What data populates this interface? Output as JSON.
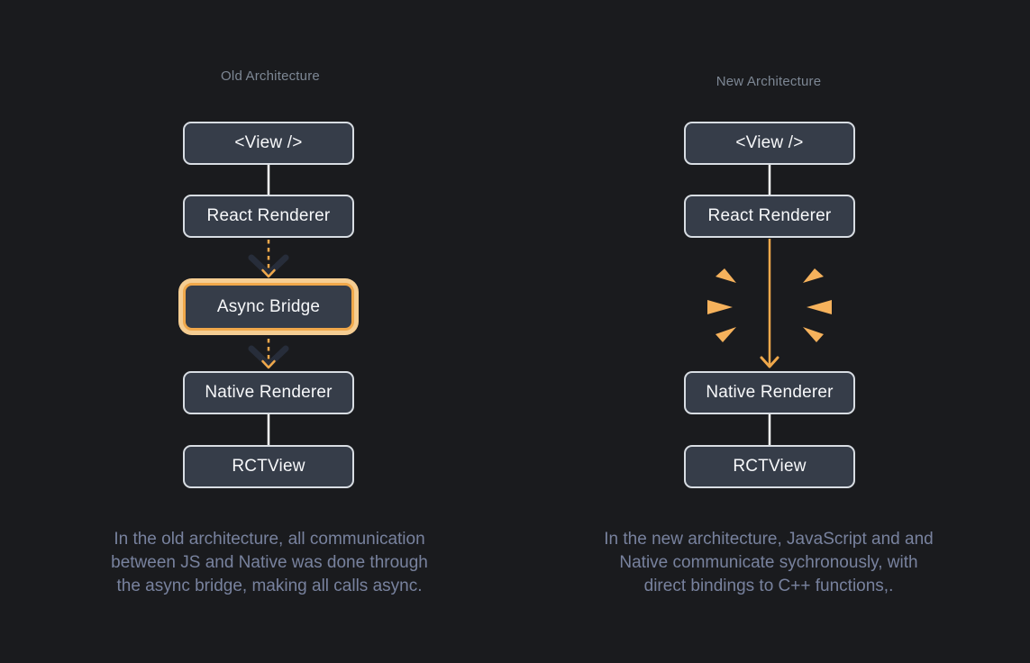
{
  "columns": {
    "old": {
      "title": "Old Architecture",
      "nodes": {
        "view": "<View />",
        "react_renderer": "React Renderer",
        "async_bridge": "Async Bridge",
        "native_renderer": "Native Renderer",
        "rctview": "RCTView"
      },
      "connectors": [
        "solid-line",
        "dashed-arrow-down",
        "dashed-arrow-down",
        "solid-line"
      ],
      "caption_lines": [
        "In the old architecture, all communication",
        "between JS and Native was done through",
        "the async bridge, making all calls async."
      ]
    },
    "new": {
      "title": "New Architecture",
      "nodes": {
        "view": "<View />",
        "react_renderer": "React Renderer",
        "native_renderer": "Native Renderer",
        "rctview": "RCTView"
      },
      "connectors": [
        "solid-line",
        "solid-orange-arrow-down-with-sparks",
        "solid-line"
      ],
      "caption_lines": [
        "In the new architecture, JavaScript and and",
        "Native communicate sychronously, with",
        "direct bindings to C++ functions,."
      ]
    }
  },
  "icons": {
    "dashed_arrow": "dashed-arrow-down-icon",
    "spark_burst": "spark-burst-icon",
    "solid_arrow": "arrow-down-icon"
  },
  "colors": {
    "background": "#1a1b1e",
    "node_fill": "#363d49",
    "node_border": "#d8dde3",
    "node_text": "#f7f8fa",
    "title_text": "#7d8794",
    "caption_text": "#78829e",
    "accent_orange": "#f0a84b",
    "highlight_ring": "#f5cd92",
    "spark_orange": "#f6b25c",
    "chevron_dark": "#272d3a",
    "connector_white": "#ffffff"
  }
}
